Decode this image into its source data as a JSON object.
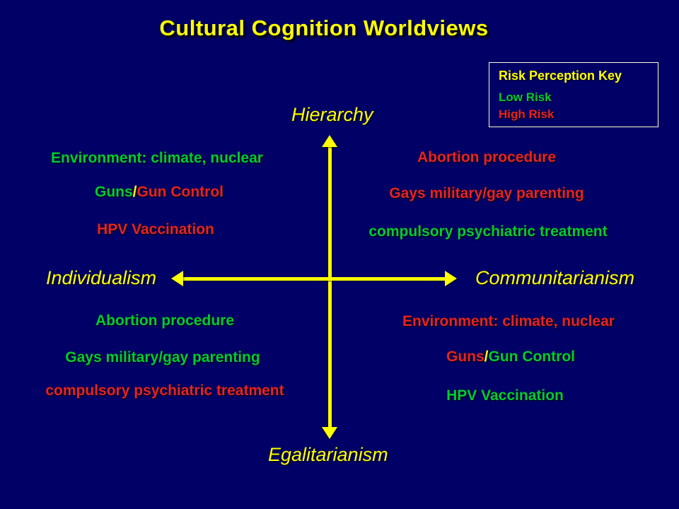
{
  "slide": {
    "title": "Cultural Cognition Worldviews",
    "background_color": "#000066",
    "colors": {
      "accent_yellow": "#FFFF00",
      "low_risk_green": "#00CC33",
      "high_risk_red": "#E82222",
      "key_border": "#FFFFCC"
    }
  },
  "key": {
    "title": "Risk Perception Key",
    "low_label": "Low Risk",
    "high_label": "High Risk"
  },
  "axes": {
    "top_label": "Hierarchy",
    "bottom_label": "Egalitarianism",
    "left_label": "Individualism",
    "right_label": "Communitarianism"
  },
  "quadrants": {
    "top_left": {
      "environment": "Environment: climate, nuclear",
      "guns": "Guns",
      "slash": "/",
      "gun_control": "Gun Control",
      "hpv": "HPV Vaccination"
    },
    "top_right": {
      "abortion": "Abortion procedure",
      "gays": "Gays military/gay parenting",
      "compulsory": "compulsory psychiatric treatment"
    },
    "bottom_left": {
      "abortion": "Abortion procedure",
      "gays": "Gays military/gay parenting",
      "compulsory": "compulsory psychiatric treatment"
    },
    "bottom_right": {
      "environment": "Environment: climate, nuclear",
      "guns": "Guns",
      "slash": "/",
      "gun_control": "Gun Control",
      "hpv": "HPV Vaccination"
    }
  }
}
